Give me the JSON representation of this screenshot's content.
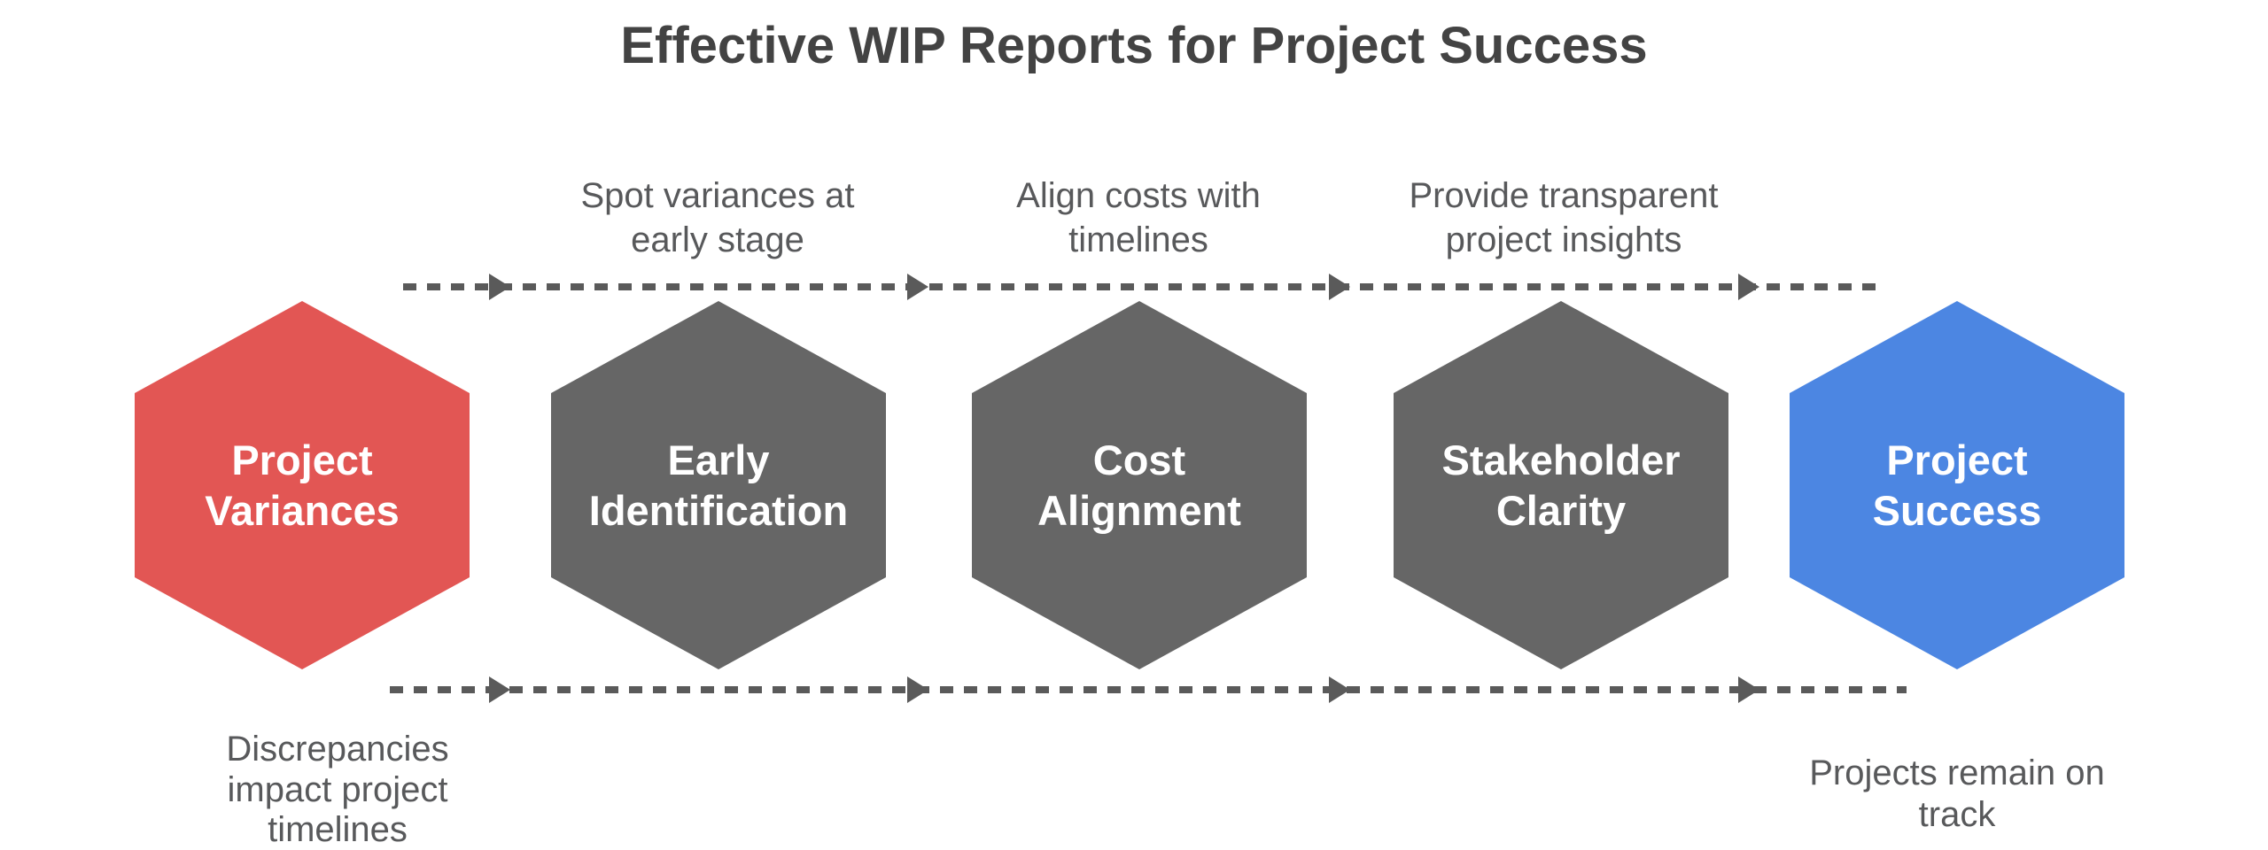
{
  "title": "Effective WIP Reports for Project Success",
  "hexagons": [
    {
      "id": "project-variances",
      "label": "Project\nVariances",
      "color": "#e25654",
      "text_color": "#ffffff",
      "role": "start"
    },
    {
      "id": "early-identification",
      "label": "Early\nIdentification",
      "color": "#666666",
      "text_color": "#ffffff",
      "role": "step"
    },
    {
      "id": "cost-alignment",
      "label": "Cost Alignment",
      "color": "#666666",
      "text_color": "#ffffff",
      "role": "step"
    },
    {
      "id": "stakeholder-clarity",
      "label": "Stakeholder\nClarity",
      "color": "#666666",
      "text_color": "#ffffff",
      "role": "step"
    },
    {
      "id": "project-success",
      "label": "Project\nSuccess",
      "color": "#4c86e2",
      "text_color": "#ffffff",
      "role": "end"
    }
  ],
  "top_annotations": [
    {
      "text": "Spot variances at\nearly stage"
    },
    {
      "text": "Align costs with\ntimelines"
    },
    {
      "text": "Provide transparent\nproject insights"
    }
  ],
  "bottom_annotations": [
    {
      "text": "Discrepancies\nimpact project\ntimelines"
    },
    {
      "text": "Projects remain on\ntrack"
    }
  ],
  "connectors": {
    "style": "dashed",
    "direction": "right",
    "arrow_count_per_line": 4
  },
  "colors": {
    "start_node": "#e25654",
    "process_node": "#666666",
    "end_node": "#4c86e2",
    "connector_line": "#5a5a5a",
    "annotation_text": "#58595b",
    "title_text": "#434343",
    "node_label_text": "#ffffff",
    "background": "#ffffff"
  }
}
